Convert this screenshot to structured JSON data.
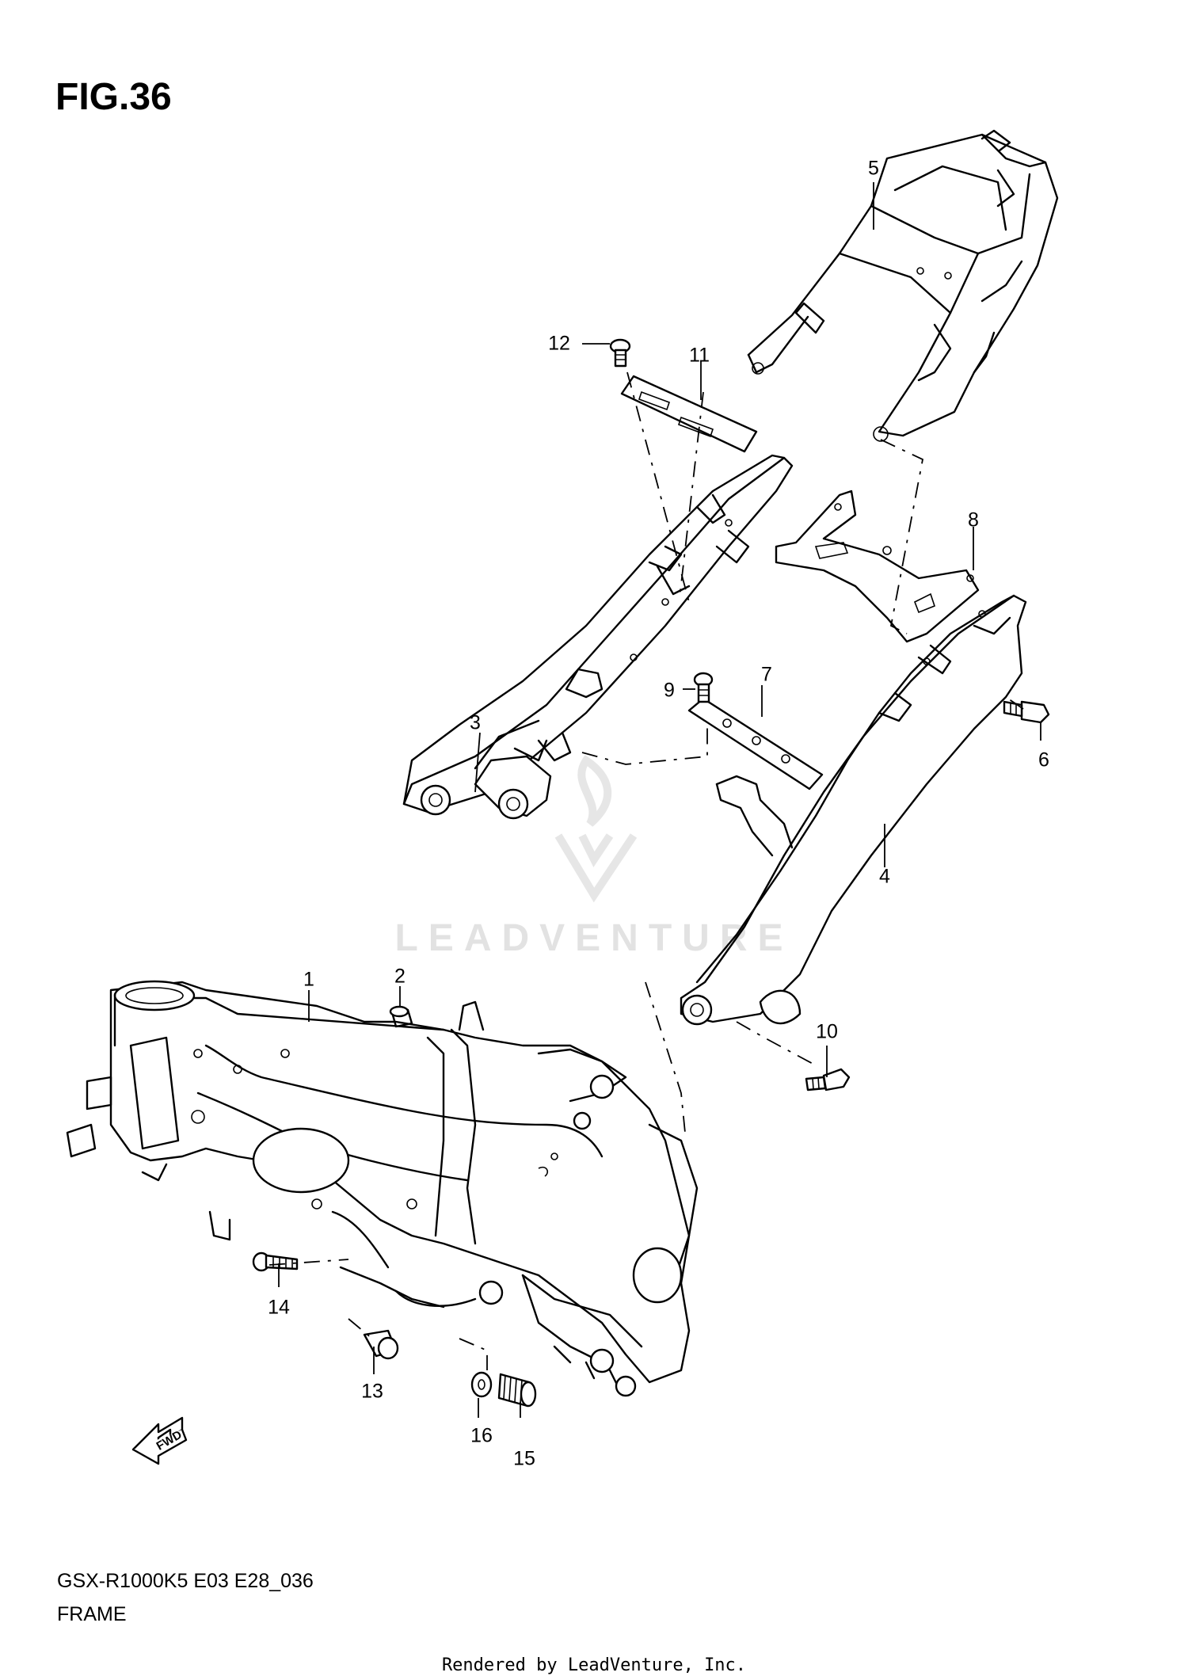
{
  "figure": {
    "title": "FIG.36"
  },
  "watermark": {
    "text": "LEADVENTURE"
  },
  "callouts": [
    "1",
    "2",
    "3",
    "4",
    "5",
    "6",
    "7",
    "8",
    "9",
    "10",
    "11",
    "12",
    "13",
    "14",
    "15",
    "16"
  ],
  "fwd_label": "FWD",
  "footer": {
    "model_code": "GSX-R1000K5 E03 E28_036",
    "section_name": "FRAME",
    "credit": "Rendered by LeadVenture, Inc."
  }
}
